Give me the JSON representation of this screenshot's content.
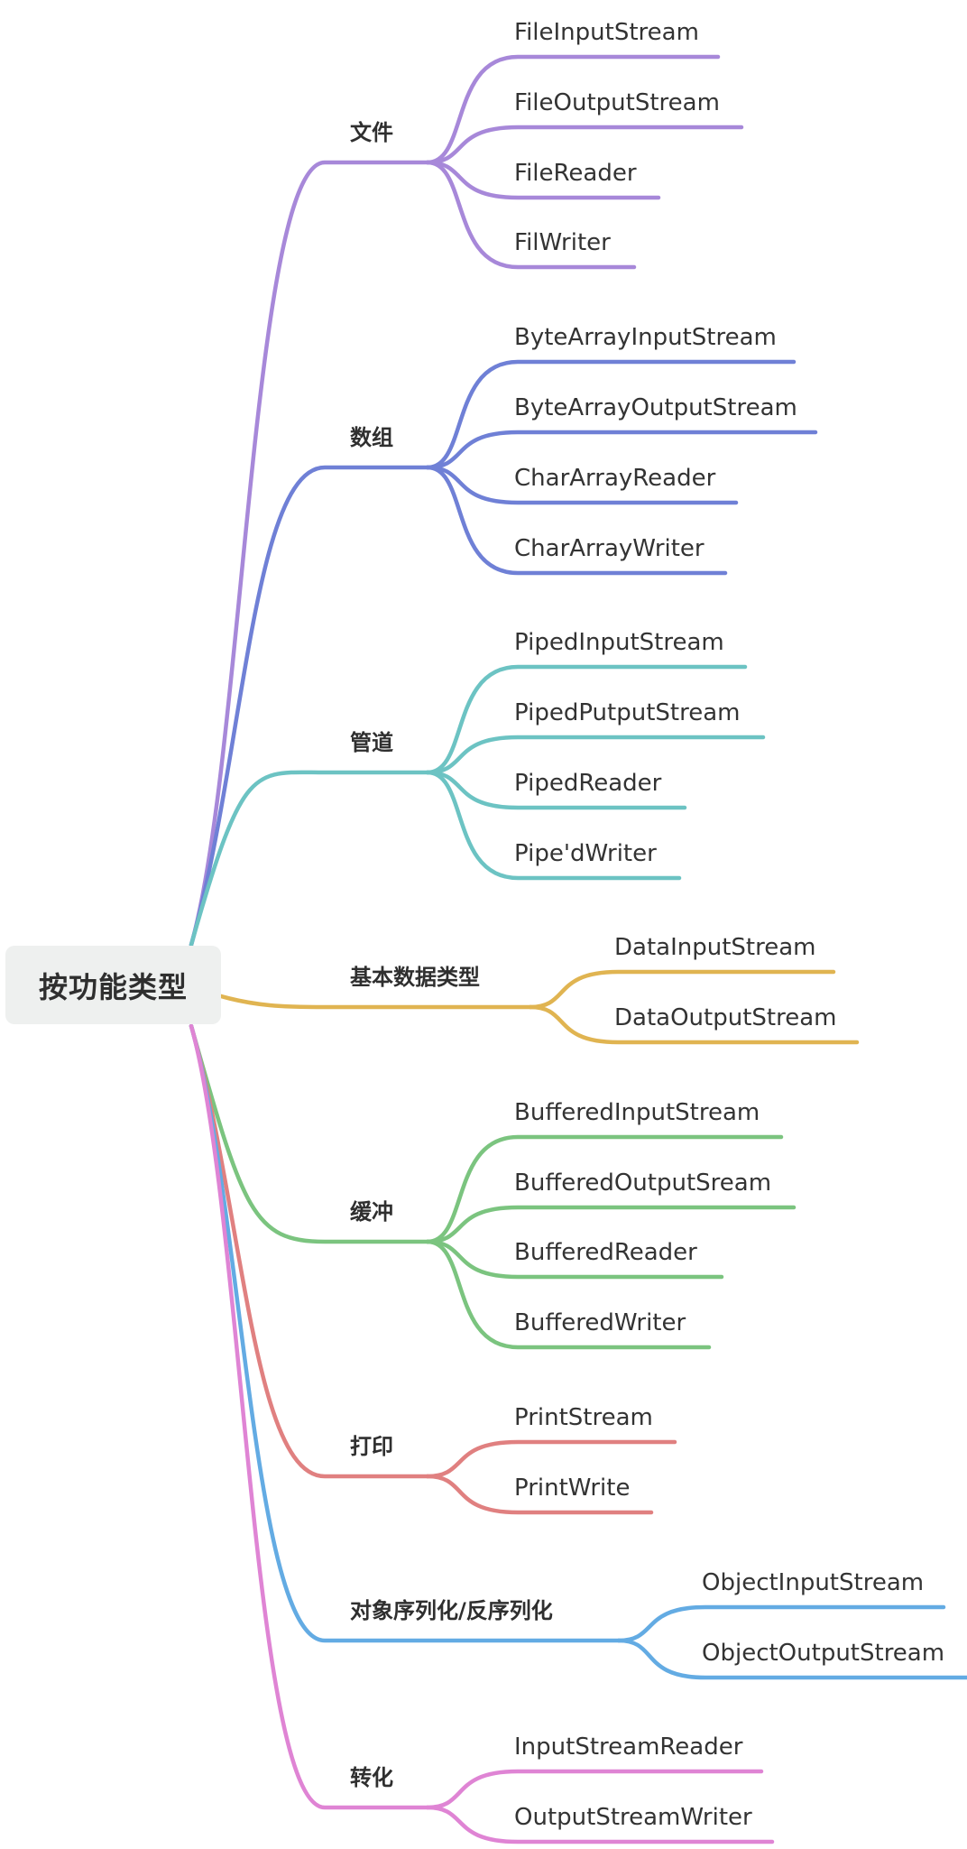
{
  "root": {
    "label": "按功能类型"
  },
  "branches": [
    {
      "label": "文件",
      "color": "#a788d9",
      "children": [
        "FileInputStream",
        "FileOutputStream",
        "FileReader",
        "FilWriter"
      ]
    },
    {
      "label": "数组",
      "color": "#6f80d6",
      "children": [
        "ByteArrayInputStream",
        "ByteArrayOutputStream",
        "CharArrayReader",
        "CharArrayWriter"
      ]
    },
    {
      "label": "管道",
      "color": "#6cc3c3",
      "children": [
        "PipedInputStream",
        "PipedPutputStream",
        "PipedReader",
        "Pipe'dWriter"
      ]
    },
    {
      "label": "基本数据类型",
      "color": "#e0b451",
      "children": [
        "DataInputStream",
        "DataOutputStream"
      ]
    },
    {
      "label": "缓冲",
      "color": "#7bc47f",
      "children": [
        "BufferedInputStream",
        "BufferedOutputSream",
        "BufferedReader",
        "BufferedWriter"
      ]
    },
    {
      "label": "打印",
      "color": "#e08080",
      "children": [
        "PrintStream",
        "PrintWrite"
      ]
    },
    {
      "label": "对象序列化/反序列化",
      "color": "#63abe3",
      "children": [
        "ObjectInputStream",
        "ObjectOutputStream"
      ]
    },
    {
      "label": "转化",
      "color": "#df84d4",
      "children": [
        "InputStreamReader",
        "OutputStreamWriter"
      ]
    }
  ]
}
